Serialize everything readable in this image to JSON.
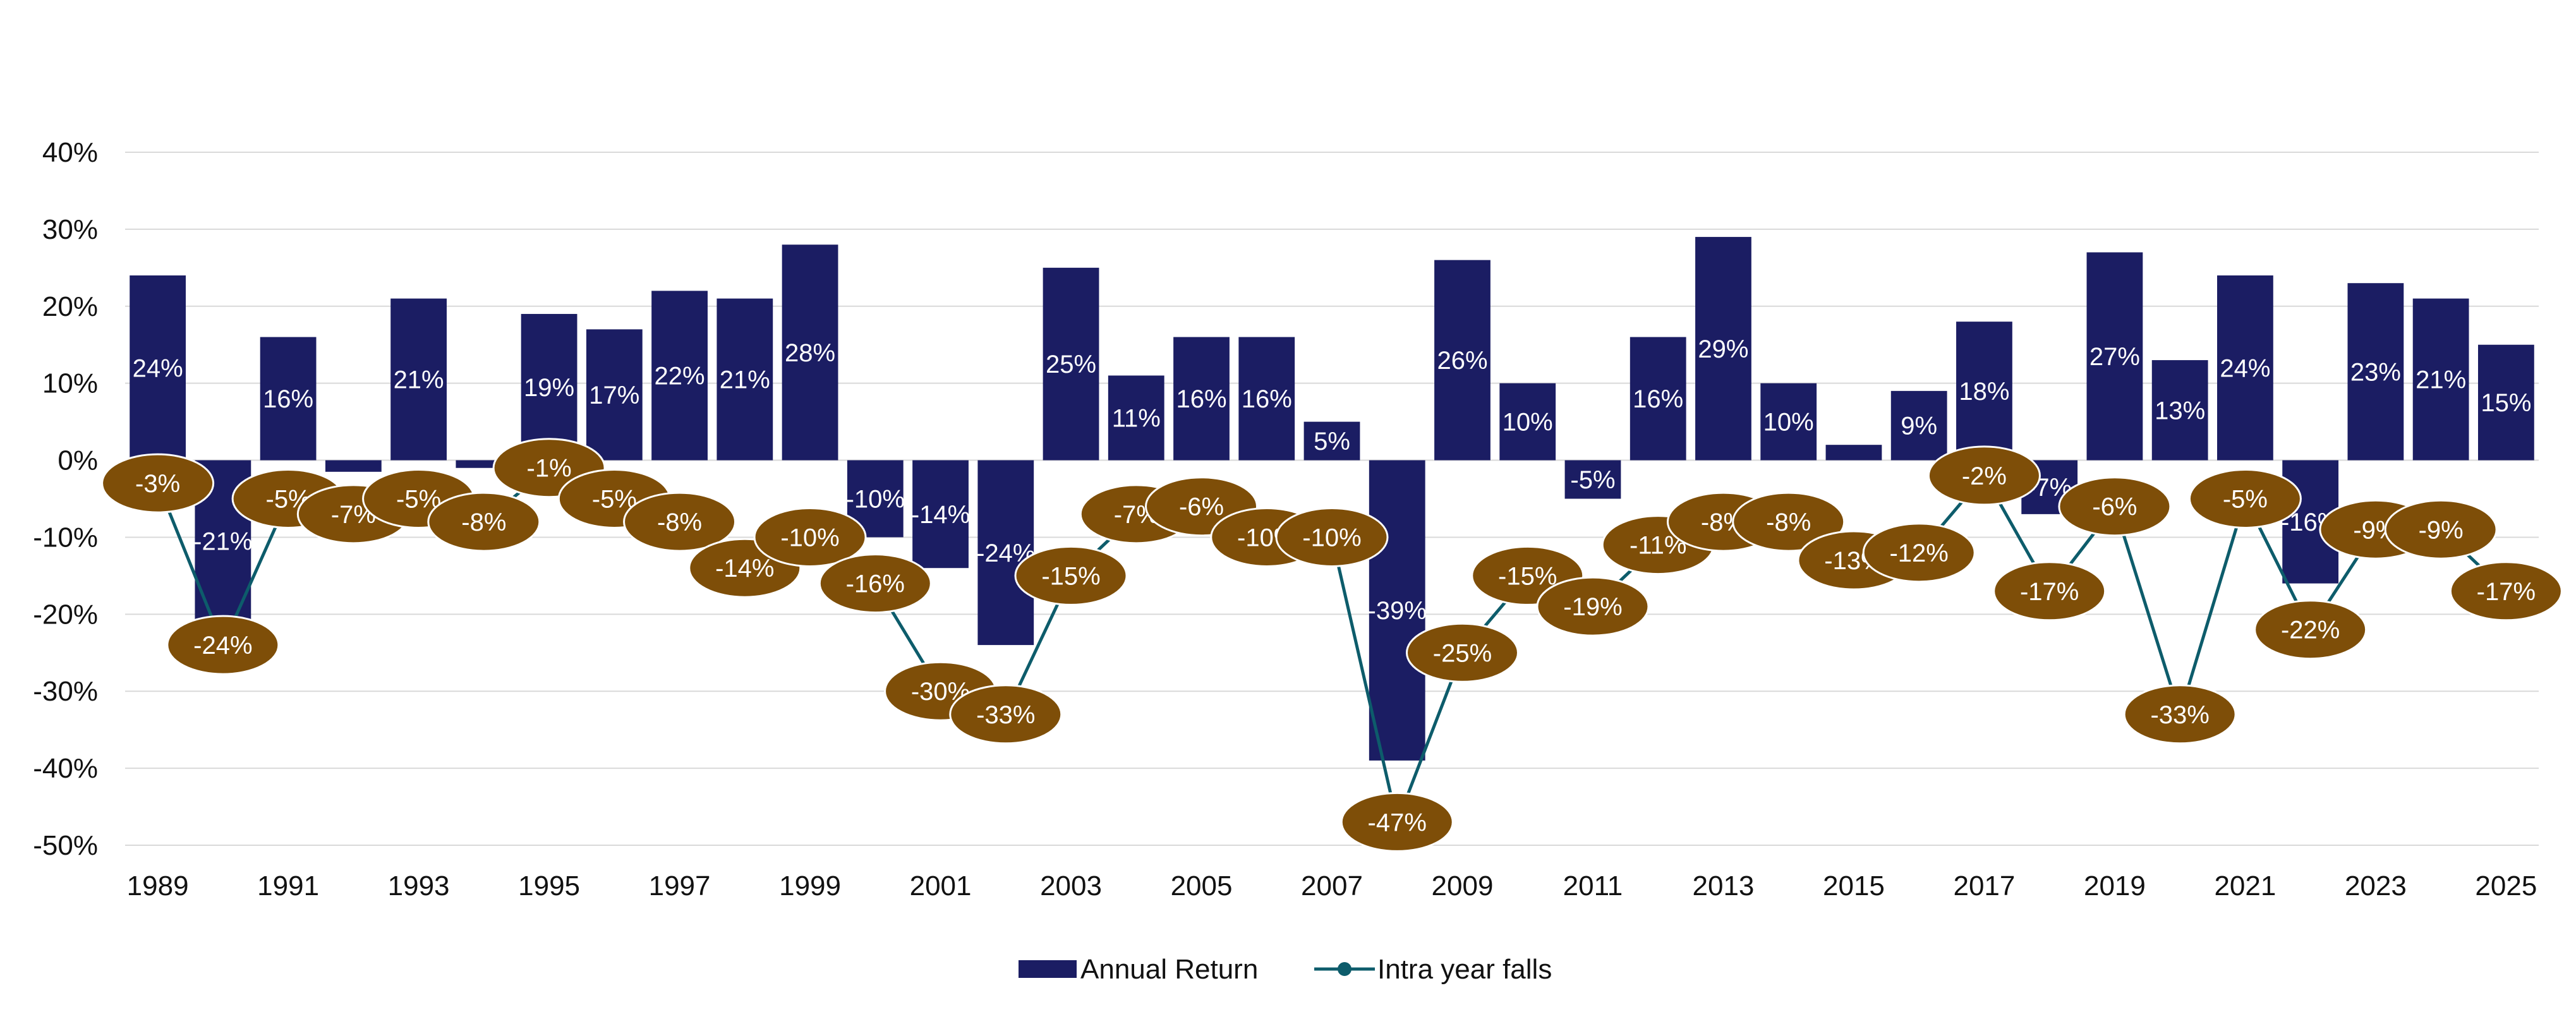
{
  "colors": {
    "bar": "#1b1d63",
    "line": "#0d5c6b",
    "marker": "#7e4e08",
    "marker_stroke": "#ffffff",
    "grid": "#d9d9d9",
    "text": "#111111"
  },
  "chart_data": {
    "type": "bar",
    "title": "",
    "xlabel": "",
    "ylabel": "",
    "ylim": [
      -50,
      40
    ],
    "yticks": [
      40,
      30,
      20,
      10,
      0,
      -10,
      -20,
      -30,
      -40,
      -50
    ],
    "ytick_labels": [
      "40%",
      "30%",
      "20%",
      "10%",
      "0%",
      "-10%",
      "-20%",
      "-30%",
      "-40%",
      "-50%"
    ],
    "x_tick_labels": [
      "1989",
      "1991",
      "1993",
      "1995",
      "1997",
      "1999",
      "2001",
      "2003",
      "2005",
      "2007",
      "2009",
      "2011",
      "2013",
      "2015",
      "2017",
      "2019",
      "2021",
      "2023",
      "2025"
    ],
    "grid": true,
    "legend_position": "bottom",
    "categories": [
      "1989",
      "1990",
      "1991",
      "1992",
      "1993",
      "1994",
      "1995",
      "1996",
      "1997",
      "1998",
      "1999",
      "2000",
      "2001",
      "2002",
      "2003",
      "2004",
      "2005",
      "2006",
      "2007",
      "2008",
      "2009",
      "2010",
      "2011",
      "2012",
      "2013",
      "2014",
      "2015",
      "2016",
      "2017",
      "2018",
      "2019",
      "2020",
      "2021",
      "2022",
      "2023",
      "2024",
      "2025"
    ],
    "series": [
      {
        "name": "Annual Return",
        "kind": "bar",
        "values": [
          24,
          -21,
          16,
          -1.5,
          21,
          -1,
          19,
          17,
          22,
          21,
          28,
          -10,
          -14,
          -24,
          25,
          11,
          16,
          16,
          5,
          -39,
          26,
          10,
          -5,
          16,
          29,
          10,
          2,
          9,
          18,
          -7,
          27,
          13,
          24,
          -16,
          23,
          21,
          15
        ],
        "labels": [
          "24%",
          "-21%",
          "16%",
          "",
          "21%",
          "",
          "19%",
          "17%",
          "22%",
          "21%",
          "28%",
          "-10%",
          "-14%",
          "-24%",
          "25%",
          "11%",
          "16%",
          "16%",
          "5%",
          "-39%",
          "26%",
          "10%",
          "-5%",
          "16%",
          "29%",
          "10%",
          "",
          "9%",
          "18%",
          "-7%",
          "27%",
          "13%",
          "24%",
          "-16%",
          "23%",
          "21%",
          "15%"
        ]
      },
      {
        "name": "Intra year falls",
        "kind": "line",
        "values": [
          -3,
          -24,
          -5,
          -7,
          -5,
          -8,
          -1,
          -5,
          -8,
          -14,
          -10,
          -16,
          -30,
          -33,
          -15,
          -7,
          -6,
          -10,
          -10,
          -47,
          -25,
          -15,
          -19,
          -11,
          -8,
          -8,
          -13,
          -12,
          -2,
          -17,
          -6,
          -33,
          -5,
          -22,
          -9,
          -9,
          -17
        ],
        "labels": [
          "-3%",
          "-24%",
          "-5%",
          "-7%",
          "-5%",
          "-8%",
          "-1%",
          "-5%",
          "-8%",
          "-14%",
          "-10%",
          "-16%",
          "-30%",
          "-33%",
          "-15%",
          "-7%",
          "-6%",
          "-10%",
          "-10%",
          "-47%",
          "-25%",
          "-15%",
          "-19%",
          "-11%",
          "-8%",
          "-8%",
          "-13%",
          "-12%",
          "-2%",
          "-17%",
          "-6%",
          "-33%",
          "-5%",
          "-22%",
          "-9%",
          "-9%",
          "-17%"
        ]
      }
    ]
  }
}
